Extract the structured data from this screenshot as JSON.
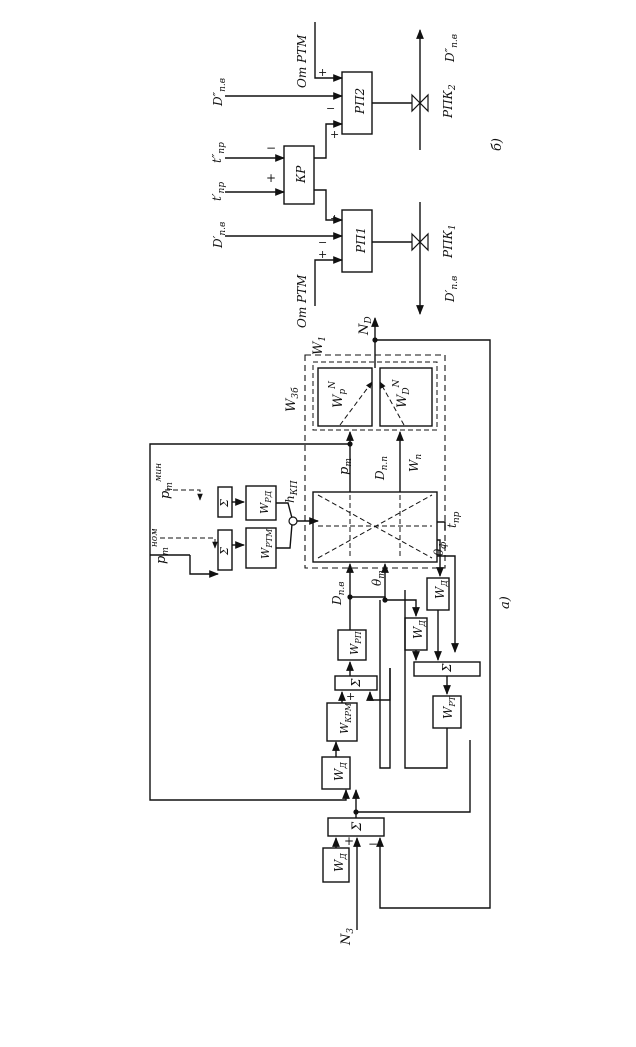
{
  "diagram": {
    "blocks": {
      "w_d_top": "W",
      "w_d_top_sub": "Д",
      "sum_main": "Σ",
      "w_d_mid": "W",
      "w_d_mid_sub": "Д",
      "w_krm": "W",
      "w_krm_sub": "КРМ",
      "sum_mid": "Σ",
      "w_rp": "W",
      "w_rp_sub": "РП",
      "sum_ptm": "Σ",
      "sum_rd": "Σ",
      "w_ptm": "W",
      "w_ptm_sub": "РТМ",
      "w_rd": "W",
      "w_rd_sub": "РД",
      "w_d_low1": "W",
      "w_d_low1_sub": "Д",
      "w_d_low2": "W",
      "w_d_low2_sub": "Д",
      "sum_low": "Σ",
      "w_rt": "W",
      "w_rt_sub": "РТ",
      "w_p": "W",
      "w_p_sub": "р",
      "w_p_sup": "N",
      "w_D": "W",
      "w_D_sub": "D",
      "w_D_sup": "N",
      "rp1": "РП1",
      "kp": "КР",
      "rp2": "РП2"
    },
    "labels": {
      "n3": "N",
      "n3_sub": "3",
      "nd": "N",
      "nd_sub": "D",
      "w1": "W",
      "w1_sub": "1",
      "w3b": "W",
      "w3b_sub": "3б",
      "p_nom": "p",
      "p_nom_sup": "ном",
      "p_nom_sub": "т",
      "p_min": "p",
      "p_min_sup": "мин",
      "p_min_sub": "т",
      "h_kp": "h",
      "h_kp_sub": "КП",
      "p_t": "p",
      "p_t_sub": "т",
      "d_pp": "D",
      "d_pp_sub": "п.п",
      "w_n": "W",
      "w_n_sub": "п",
      "t_pr": "t",
      "t_pr_sub": "пр",
      "theta_f": "θ",
      "theta_f_sub": "ф",
      "theta_t": "θ",
      "theta_t_sub": "т",
      "d_pv": "D",
      "d_pv_sub": "п.в",
      "panel_a": "а)",
      "panel_b": "б)",
      "ot_ptm_1": "От РТМ",
      "ot_ptm_2": "От РТМ",
      "d1_in": "D′",
      "d1_in_sub": "п.в",
      "d2_in": "D″",
      "d2_in_sub": "п.в",
      "t1_pr": "t′",
      "t1_pr_sub": "пр",
      "t2_pr": "t″",
      "t2_pr_sub": "пр",
      "d1_out": "D′",
      "d1_out_sub": "п.в",
      "d2_out": "D″",
      "d2_out_sub": "п.в",
      "rpk1": "РПК",
      "rpk1_sub": "1",
      "rpk2": "РПК",
      "rpk2_sub": "2",
      "plus": "+",
      "minus": "−"
    }
  }
}
